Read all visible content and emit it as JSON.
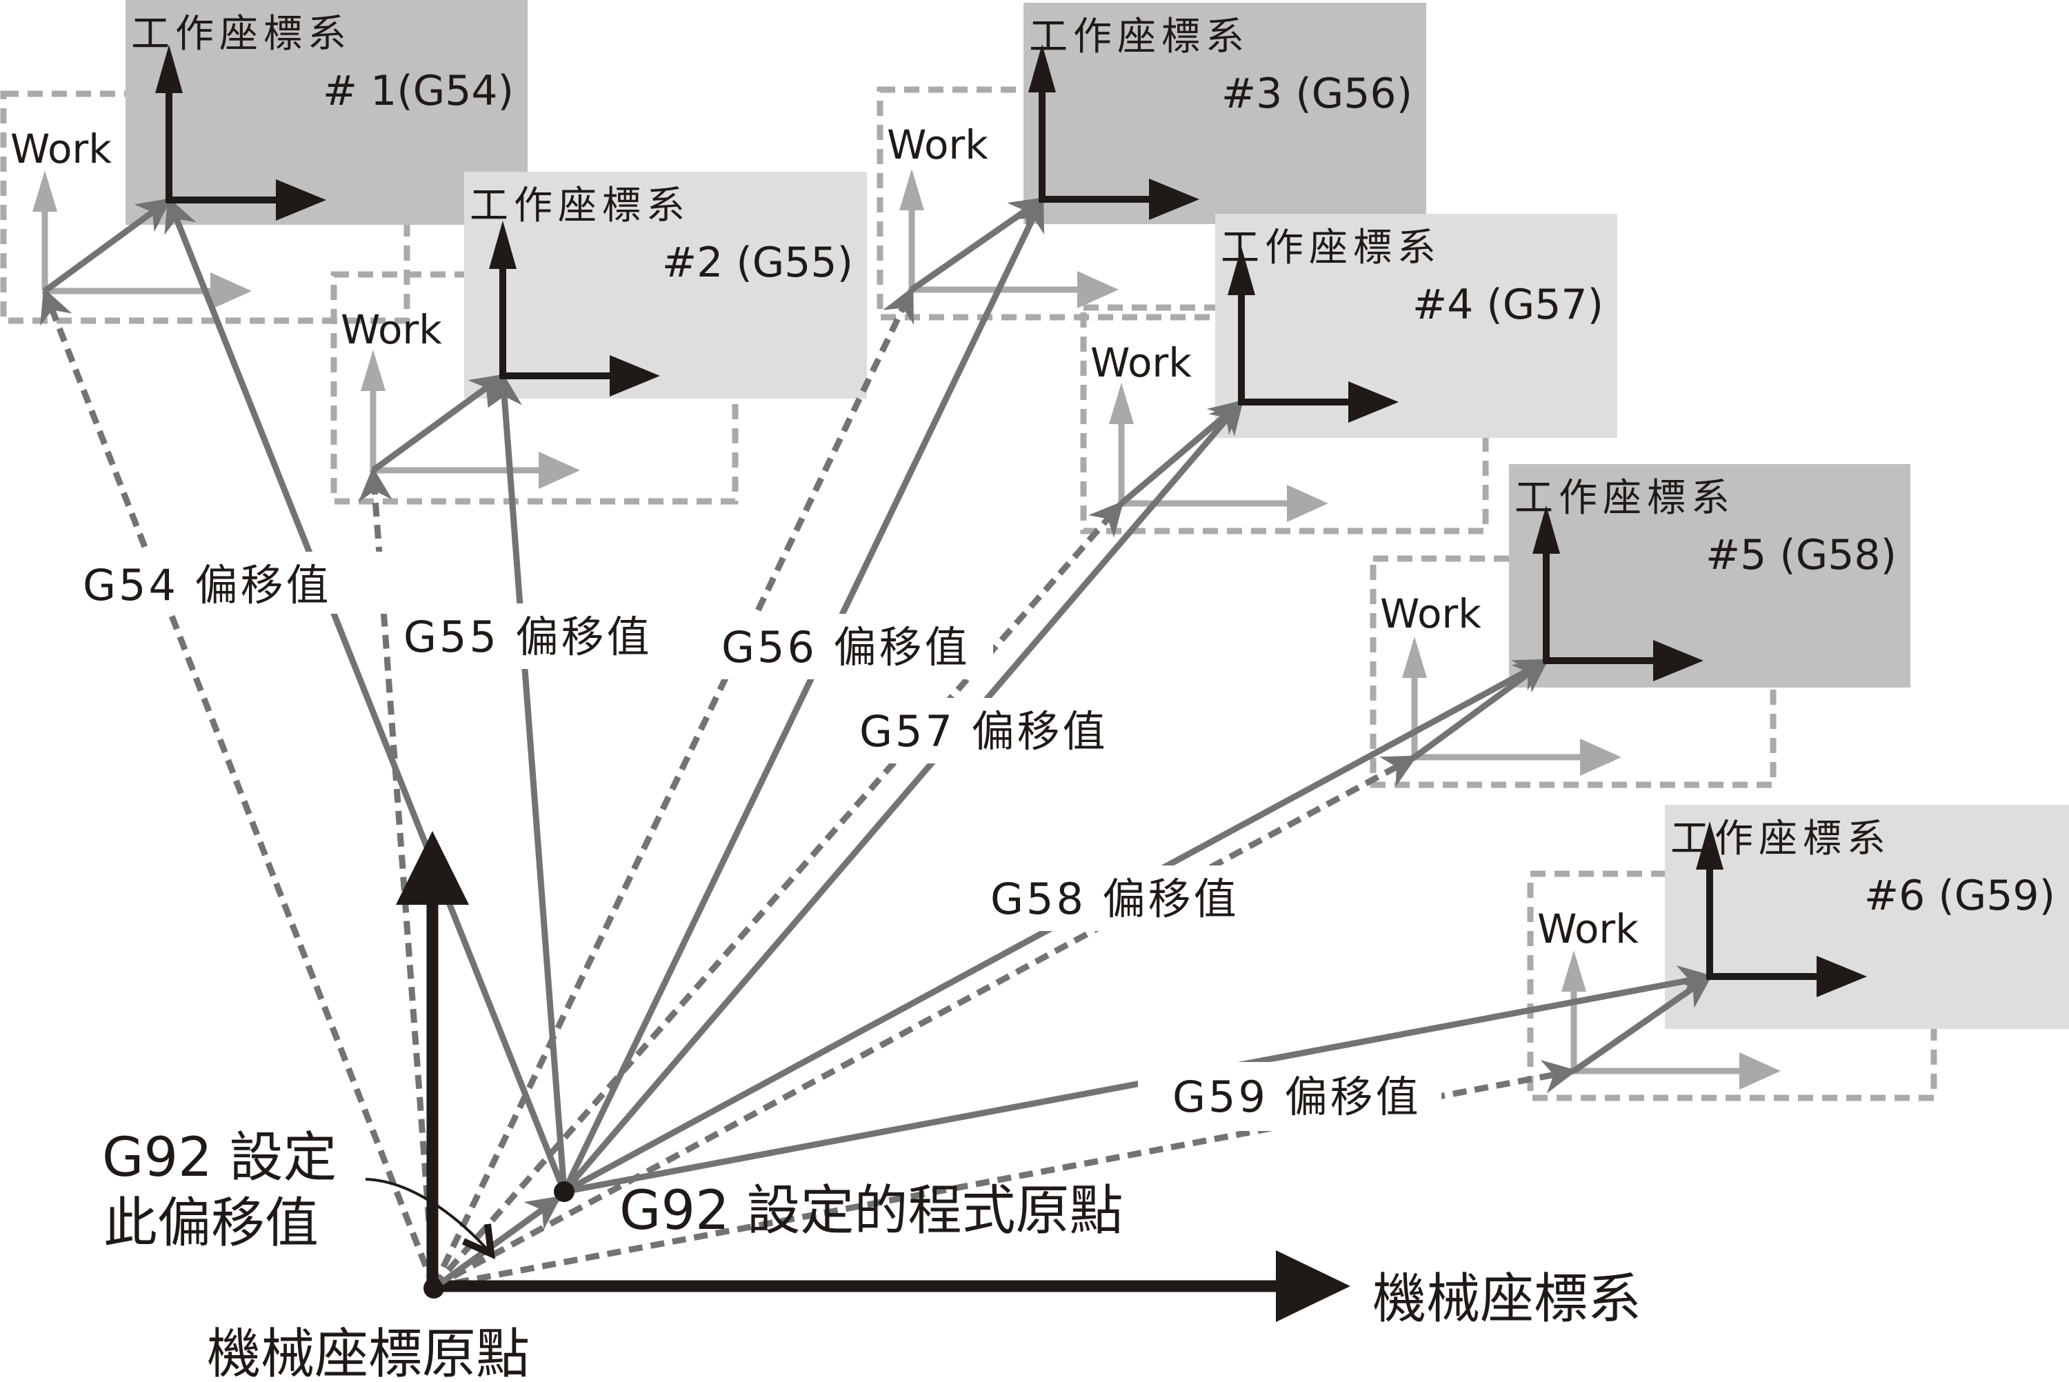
{
  "colors": {
    "black": "#1f1a17",
    "offset_arrow": "#737373",
    "dashed_frame": "#aaaaaa",
    "ghost_axis": "#a9a9a9",
    "box_dark": "#c0c0c0",
    "box_light": "#dedede"
  },
  "machine": {
    "axis_label": "機械座標系",
    "origin_label": "機械座標原點"
  },
  "g92": {
    "note_line1": "G92 設定",
    "note_line2": "此偏移值",
    "origin_label": "G92 設定的程式原點"
  },
  "work_label": "Work",
  "work_systems": [
    {
      "id": "wcs1",
      "title": "工作座標系",
      "number": "# 1(G54)",
      "shade": "dark",
      "offset_label": "G54 偏移值"
    },
    {
      "id": "wcs2",
      "title": "工作座標系",
      "number": "#2 (G55)",
      "shade": "light",
      "offset_label": "G55 偏移值"
    },
    {
      "id": "wcs3",
      "title": "工作座標系",
      "number": "#3 (G56)",
      "shade": "dark",
      "offset_label": "G56 偏移值"
    },
    {
      "id": "wcs4",
      "title": "工作座標系",
      "number": "#4 (G57)",
      "shade": "light",
      "offset_label": "G57 偏移值"
    },
    {
      "id": "wcs5",
      "title": "工作座標系",
      "number": "#5 (G58)",
      "shade": "dark",
      "offset_label": "G58 偏移值"
    },
    {
      "id": "wcs6",
      "title": "工作座標系",
      "number": "#6 (G59)",
      "shade": "light",
      "offset_label": "G59 偏移值"
    }
  ]
}
